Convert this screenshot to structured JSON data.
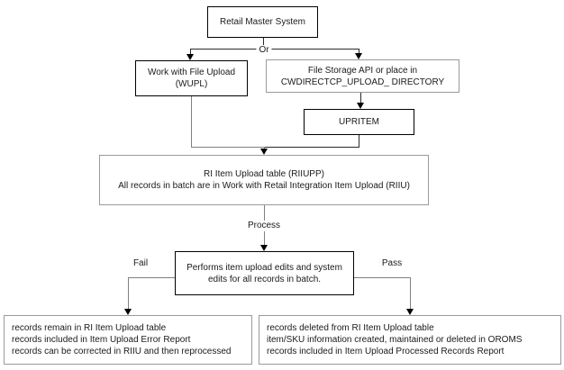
{
  "diagram": {
    "nodes": {
      "retail_master": {
        "line1": "Retail Master System"
      },
      "wupl": {
        "line1": "Work with File Upload",
        "line2": "(WUPL)"
      },
      "file_storage": {
        "line1": "File Storage API or place in",
        "line2": "CWDIRECTCP_UPLOAD_ DIRECTORY"
      },
      "upritem": {
        "line1": "UPRITEM"
      },
      "ri_item_upload_table": {
        "line1": "RI Item Upload table (RIIUPP)",
        "line2": "All records in batch are in Work with Retail Integration Item Upload (RIIU)"
      },
      "edits": {
        "line1": "Performs item upload edits and system",
        "line2": "edits for all records in batch."
      },
      "fail_result": {
        "line1": "records remain in RI Item Upload table",
        "line2": "records included in Item Upload Error Report",
        "line3": "records can be corrected in RIIU and then reprocessed"
      },
      "pass_result": {
        "line1": "records deleted from RI Item Upload table",
        "line2": "item/SKU information created, maintained or deleted in OROMS",
        "line3": "records included in Item Upload Processed Records Report"
      }
    },
    "labels": {
      "or": "Or",
      "process": "Process",
      "fail": "Fail",
      "pass": "Pass"
    },
    "colors": {
      "background": "#ffffff",
      "border_dark": "#000000",
      "border_gray": "#9a9a9a",
      "connector_gray": "#808080",
      "connector_dark": "#2a2a2a",
      "arrowhead": "#000000",
      "text": "#1a1a1a"
    }
  }
}
